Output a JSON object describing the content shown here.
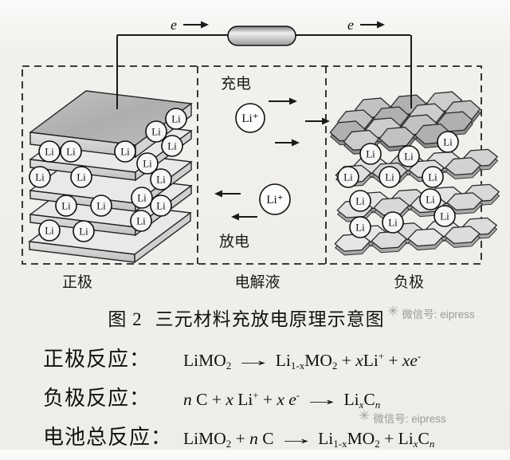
{
  "figure": {
    "caption_no": "图 2",
    "caption_title": "三元材料充放电原理示意图"
  },
  "watermark": {
    "logo": "✳",
    "text": "微信号: eipress"
  },
  "diagram": {
    "electron_label": "e",
    "charge_label": "充电",
    "discharge_label": "放电",
    "li_ion_label": "Li⁺",
    "li_atom_label": "Li",
    "cathode_label": "正极",
    "electrolyte_label": "电解液",
    "anode_label": "负极"
  },
  "equations": [
    {
      "label": "正极反应：",
      "tokens": [
        [
          "LiMO",
          "n"
        ],
        [
          "2",
          "sub"
        ],
        [
          "→",
          "arr"
        ],
        [
          "Li",
          "n"
        ],
        [
          "1-x",
          "sub"
        ],
        [
          "MO",
          "n"
        ],
        [
          "2",
          "sub"
        ],
        [
          " + ",
          "n"
        ],
        [
          "x",
          "i"
        ],
        [
          "Li",
          "n"
        ],
        [
          "+",
          "sup"
        ],
        [
          " + ",
          "n"
        ],
        [
          "x",
          "i"
        ],
        [
          "e",
          "i"
        ],
        [
          "-",
          "sup"
        ]
      ]
    },
    {
      "label": "负极反应：",
      "tokens": [
        [
          "n",
          "i"
        ],
        [
          " C + ",
          "n"
        ],
        [
          "x",
          "i"
        ],
        [
          " Li",
          "n"
        ],
        [
          "+",
          "sup"
        ],
        [
          " + ",
          "n"
        ],
        [
          "x",
          "i"
        ],
        [
          " ",
          "n"
        ],
        [
          "e",
          "i"
        ],
        [
          "-",
          "sup"
        ],
        [
          "→",
          "arr"
        ],
        [
          "Li",
          "n"
        ],
        [
          "x",
          "isub"
        ],
        [
          "C",
          "n"
        ],
        [
          "n",
          "isub"
        ]
      ]
    },
    {
      "label": "电池总反应：",
      "tokens": [
        [
          "LiMO",
          "n"
        ],
        [
          "2",
          "sub"
        ],
        [
          " + ",
          "n"
        ],
        [
          "n",
          "i"
        ],
        [
          " C",
          "n"
        ],
        [
          "→",
          "arr"
        ],
        [
          "Li",
          "n"
        ],
        [
          "1-x",
          "sub"
        ],
        [
          "MO",
          "n"
        ],
        [
          "2",
          "sub"
        ],
        [
          " + Li",
          "n"
        ],
        [
          "x",
          "isub"
        ],
        [
          "C",
          "n"
        ],
        [
          "n",
          "isub"
        ]
      ]
    }
  ],
  "colors": {
    "line": "#1a1a1a",
    "slab_fill": "#b3b3b3",
    "background": "#f1efeb",
    "watermark": "#8f8f8f"
  }
}
